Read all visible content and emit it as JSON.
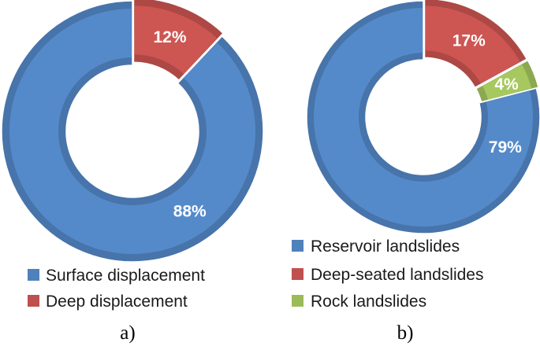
{
  "chart_data": [
    {
      "type": "pie",
      "variant": "donut",
      "panel_label": "a)",
      "categories": [
        "Surface displacement",
        "Deep displacement"
      ],
      "values": [
        88,
        12
      ],
      "data_labels": [
        "88%",
        "12%"
      ],
      "colors": [
        "#4f81bd",
        "#c0504d"
      ],
      "legend_position": "bottom"
    },
    {
      "type": "pie",
      "variant": "donut",
      "panel_label": "b)",
      "categories": [
        "Reservoir landslides",
        "Deep-seated landslides",
        "Rock landslides"
      ],
      "values": [
        79,
        17,
        4
      ],
      "data_labels": [
        "79%",
        "17%",
        "4%"
      ],
      "colors": [
        "#4f81bd",
        "#c0504d",
        "#9bbb59"
      ],
      "legend_position": "bottom"
    }
  ]
}
